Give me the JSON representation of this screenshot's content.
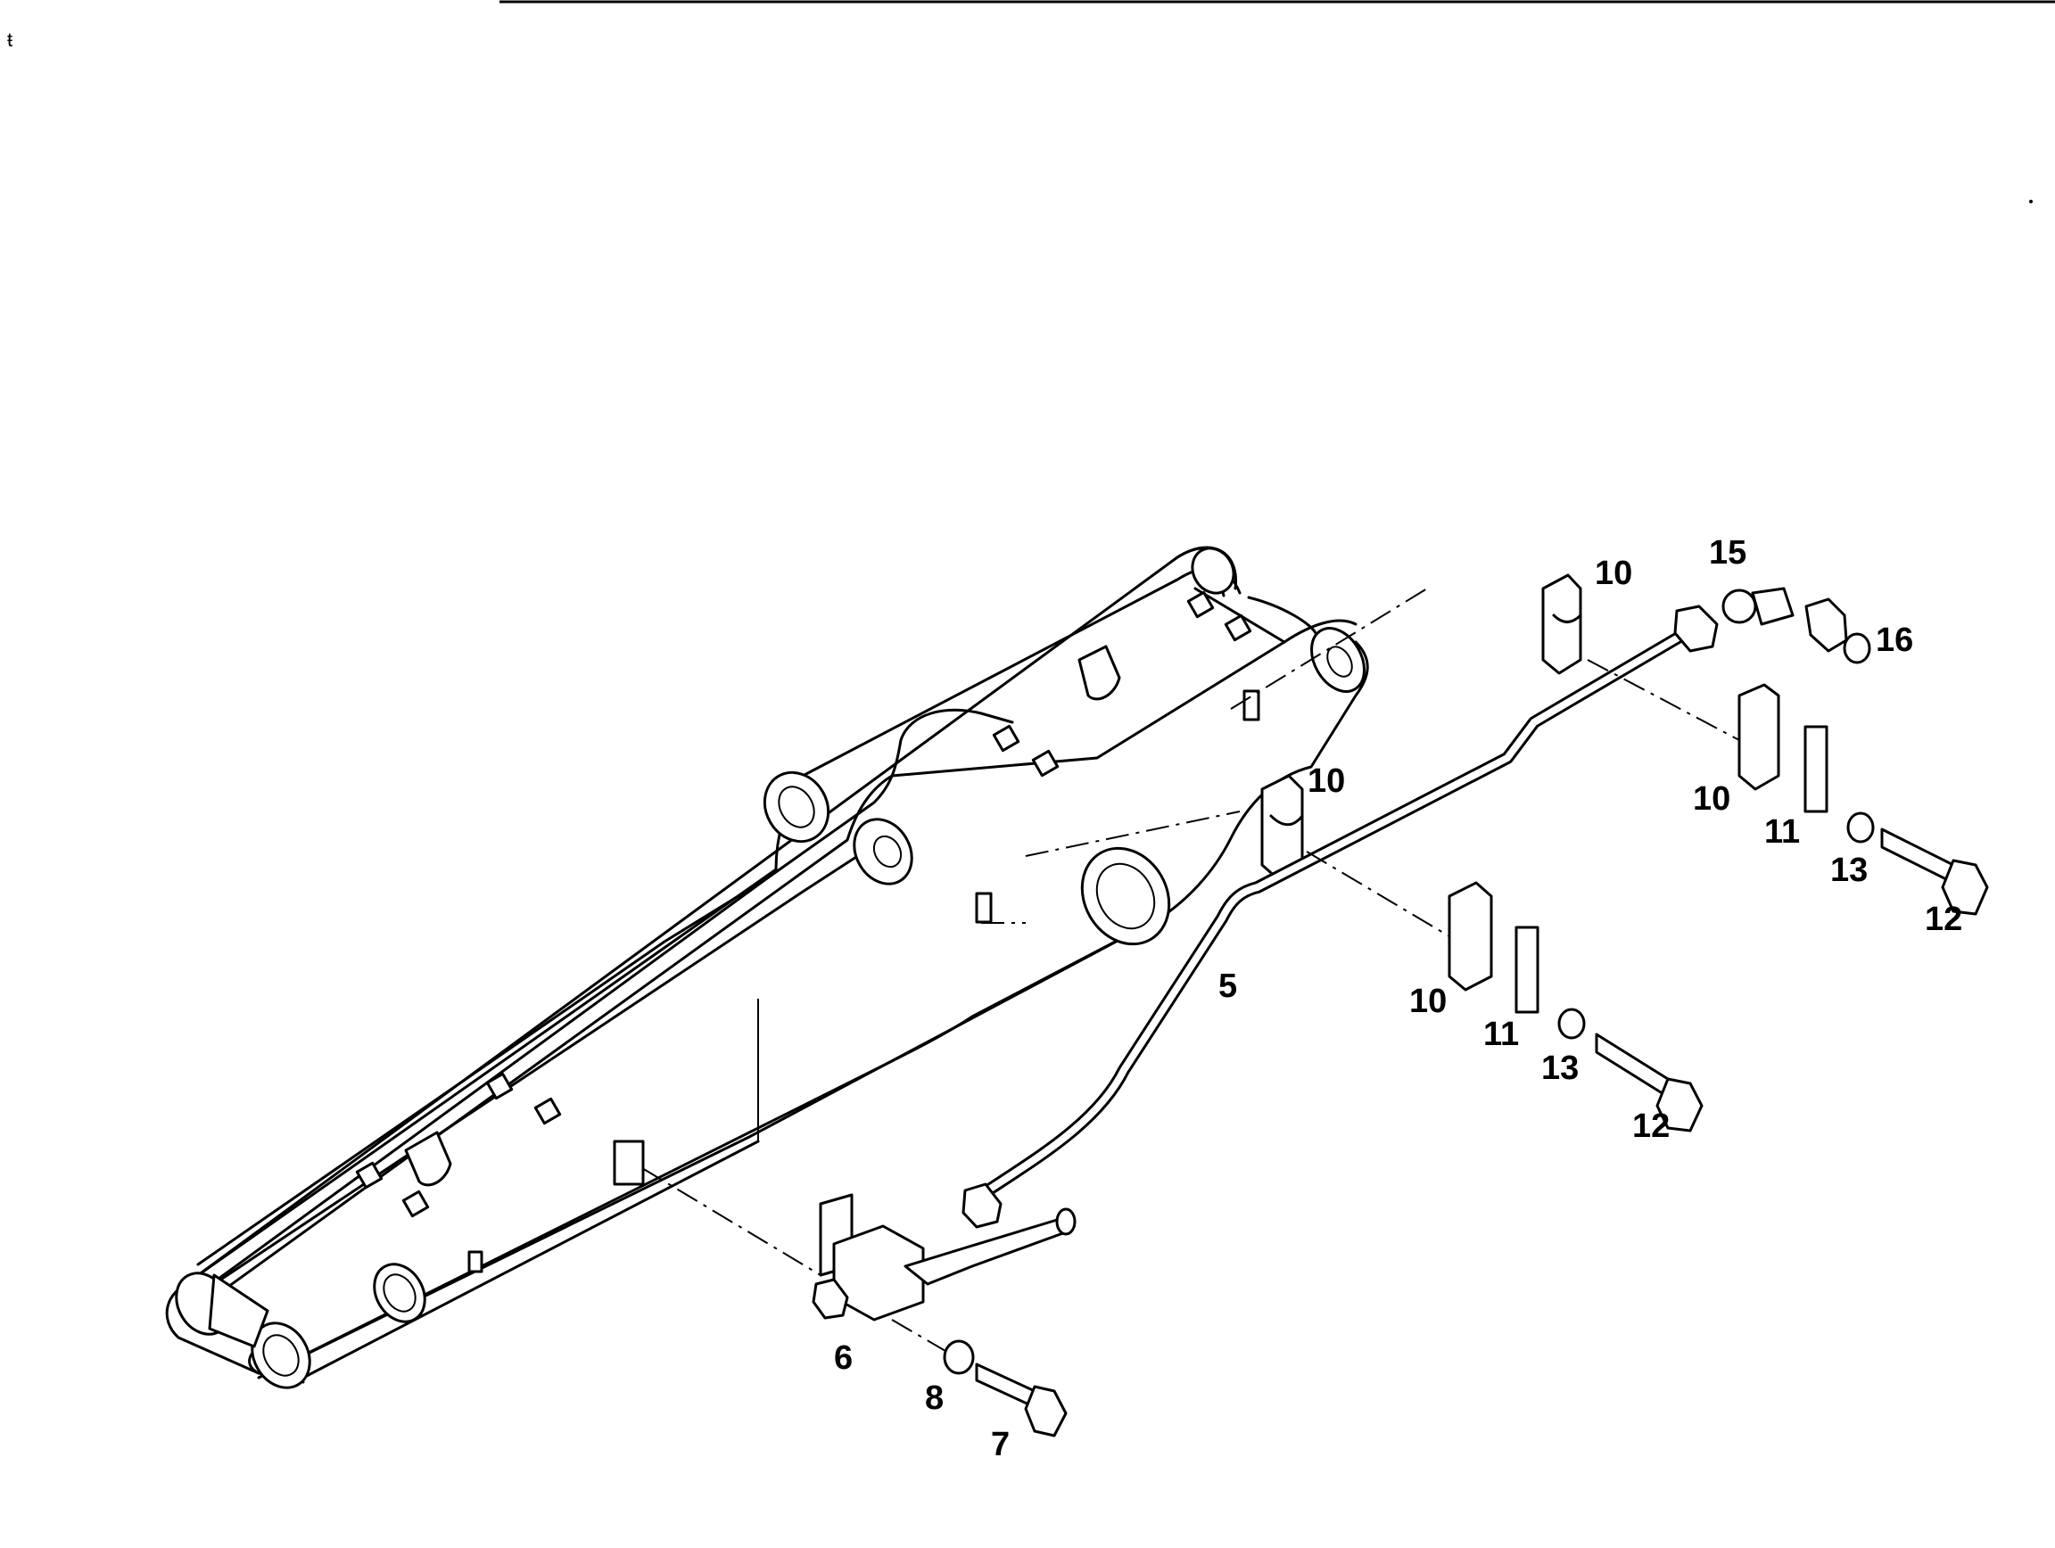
{
  "callouts": [
    {
      "id": "c5",
      "text": "5"
    },
    {
      "id": "c6",
      "text": "6"
    },
    {
      "id": "c7",
      "text": "7"
    },
    {
      "id": "c8",
      "text": "8"
    },
    {
      "id": "c10a",
      "text": "10"
    },
    {
      "id": "c10b",
      "text": "10"
    },
    {
      "id": "c10c",
      "text": "10"
    },
    {
      "id": "c10d",
      "text": "10"
    },
    {
      "id": "c11a",
      "text": "11"
    },
    {
      "id": "c11b",
      "text": "11"
    },
    {
      "id": "c12a",
      "text": "12"
    },
    {
      "id": "c12b",
      "text": "12"
    },
    {
      "id": "c13a",
      "text": "13"
    },
    {
      "id": "c13b",
      "text": "13"
    },
    {
      "id": "c15",
      "text": "15"
    },
    {
      "id": "c16",
      "text": "16"
    }
  ]
}
